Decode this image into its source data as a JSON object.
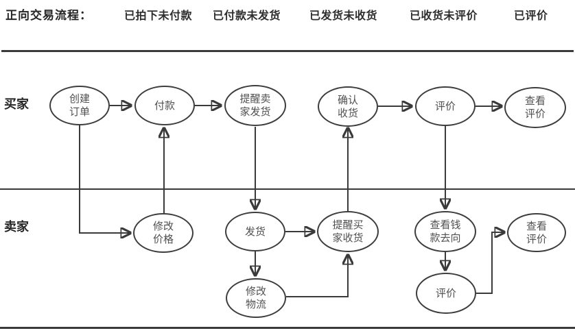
{
  "header": {
    "title": "正向交易流程：",
    "statuses": [
      "已拍下未付款",
      "已付款未发货",
      "已发货未收货",
      "已收货未评价",
      "已评价"
    ]
  },
  "lanes": {
    "buyer_label": "买家",
    "seller_label": "卖家"
  },
  "nodes": {
    "create_order": "创建\n订单",
    "pay": "付款",
    "remind_seller_ship": "提醒卖\n家发货",
    "confirm_receipt": "确认\n收货",
    "review_buyer": "评价",
    "view_review_buyer": "查看\n评价",
    "modify_price": "修改\n价格",
    "ship": "发货",
    "remind_buyer_receive": "提醒买\n家收货",
    "view_money_flow": "查看钱\n款去向",
    "modify_logistics": "修改\n物流",
    "review_seller": "评价",
    "view_review_seller": "查看\n评价"
  },
  "colors": {
    "line": "#3a3a3a",
    "node_border": "#3d3d3d",
    "node_text": "#505050",
    "header_text": "#262626"
  }
}
